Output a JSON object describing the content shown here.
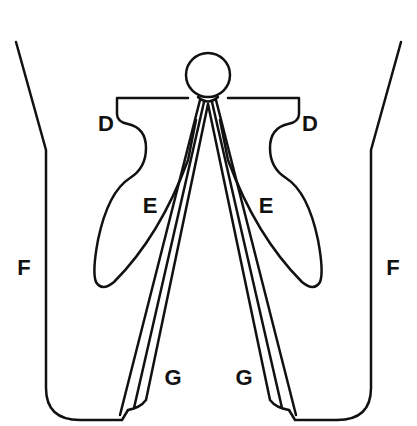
{
  "diagram": {
    "labels": [
      "D",
      "D",
      "E",
      "E",
      "F",
      "F",
      "G",
      "G"
    ]
  }
}
